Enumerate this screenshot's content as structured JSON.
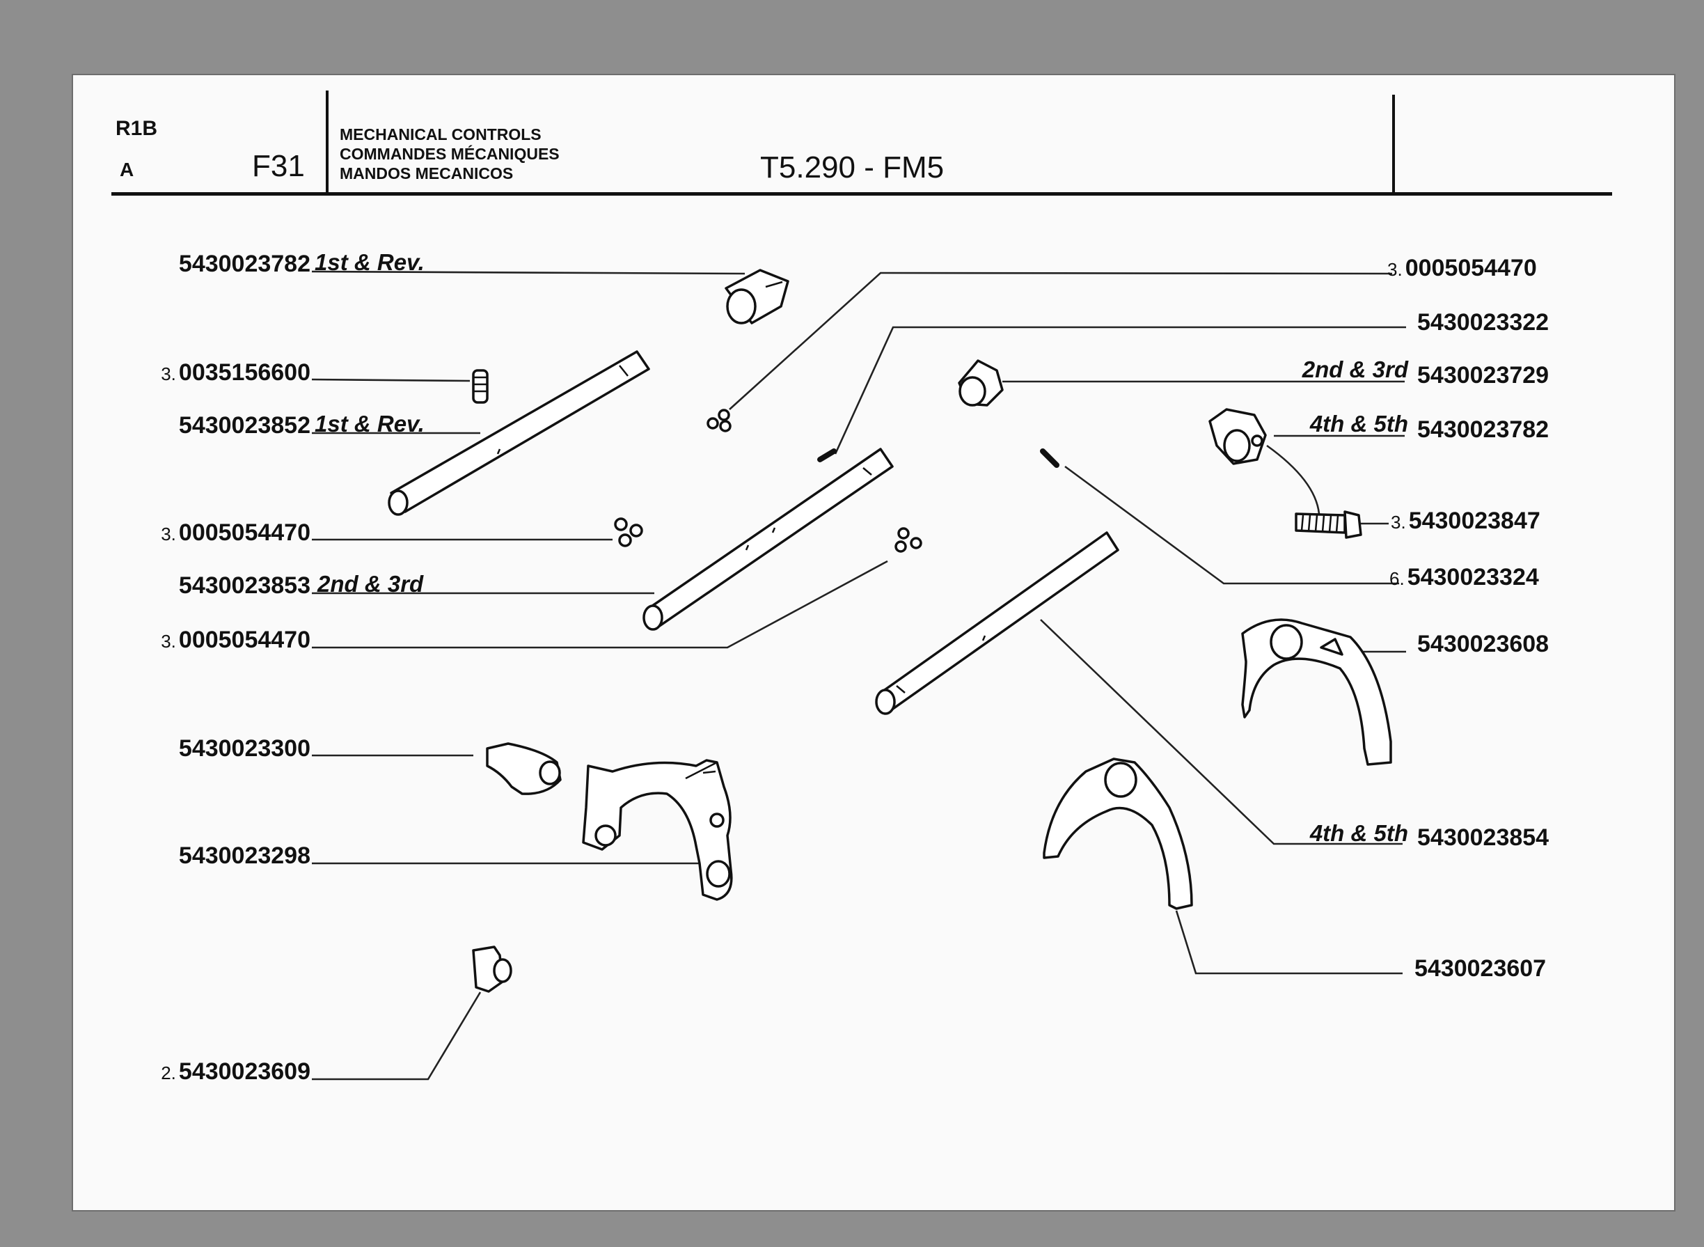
{
  "header": {
    "code_top": "R1B",
    "code_bottom": "A",
    "section": "F31",
    "title_en": "MECHANICAL CONTROLS",
    "title_fr": "COMMANDES MÉCANIQUES",
    "title_es": "MANDOS MECANICOS",
    "model": "T5.290 - FM5"
  },
  "callouts": [
    {
      "id": "c1",
      "qty": "",
      "number": "5430023782",
      "tag": "1st & Rev."
    },
    {
      "id": "c2",
      "qty": "3.",
      "number": "0035156600",
      "tag": ""
    },
    {
      "id": "c3",
      "qty": "",
      "number": "5430023852",
      "tag": "1st & Rev."
    },
    {
      "id": "c4",
      "qty": "3.",
      "number": "0005054470",
      "tag": ""
    },
    {
      "id": "c5",
      "qty": "",
      "number": "5430023853",
      "tag": "2nd & 3rd"
    },
    {
      "id": "c6",
      "qty": "3.",
      "number": "0005054470",
      "tag": ""
    },
    {
      "id": "c7",
      "qty": "",
      "number": "5430023300",
      "tag": ""
    },
    {
      "id": "c8",
      "qty": "",
      "number": "5430023298",
      "tag": ""
    },
    {
      "id": "c9",
      "qty": "2.",
      "number": "5430023609",
      "tag": ""
    },
    {
      "id": "c10",
      "qty": "3.",
      "number": "0005054470",
      "tag": ""
    },
    {
      "id": "c11",
      "qty": "",
      "number": "5430023322",
      "tag": ""
    },
    {
      "id": "c12",
      "qty": "",
      "number": "5430023729",
      "tag": "2nd & 3rd"
    },
    {
      "id": "c13",
      "qty": "",
      "number": "5430023782",
      "tag": "4th & 5th"
    },
    {
      "id": "c14",
      "qty": "3.",
      "number": "5430023847",
      "tag": ""
    },
    {
      "id": "c15",
      "qty": "6.",
      "number": "5430023324",
      "tag": ""
    },
    {
      "id": "c16",
      "qty": "",
      "number": "5430023608",
      "tag": ""
    },
    {
      "id": "c17",
      "qty": "",
      "number": "5430023854",
      "tag": "4th & 5th"
    },
    {
      "id": "c18",
      "qty": "",
      "number": "5430023607",
      "tag": ""
    }
  ]
}
